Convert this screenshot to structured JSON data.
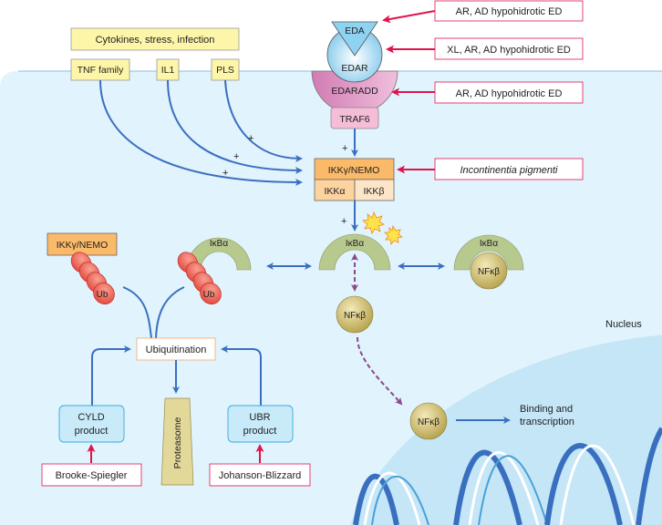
{
  "labels": {
    "cytokines": "Cytokines, stress, infection",
    "tnf": "TNF family",
    "il1": "IL1",
    "pls": "PLS",
    "eda": "EDA",
    "edar": "EDAR",
    "edaradd": "EDARADD",
    "traf6": "TRAF6",
    "ikk_nemo": "IKKγ/NEMO",
    "ikk_alpha": "IKKα",
    "ikk_beta": "IKKβ",
    "ikk_nemo_left": "IKKγ/NEMO",
    "ikba": "IκBα",
    "nfkb": "NFκβ",
    "ub": "Ub",
    "ubiquitination": "Ubiquitination",
    "proteasome": "Proteasome",
    "cyld_line1": "CYLD",
    "cyld_line2": "product",
    "ubr_line1": "UBR",
    "ubr_line2": "product",
    "brooke": "Brooke-Spiegler",
    "johanson": "Johanson-Blizzard",
    "nucleus": "Nucleus",
    "binding_line1": "Binding and",
    "binding_line2": "transcription",
    "plus": "+"
  },
  "diseases": [
    "AR, AD hypohidrotic ED",
    "XL, AR, AD hypohidrotic ED",
    "AR, AD hypohidrotic ED",
    "Incontinentia pigmenti"
  ],
  "colors": {
    "cytoplasm": "#e1f3fc",
    "nucleus": "#c4e6f7",
    "arrow_blue": "#3a6fc0",
    "arrow_red": "#e0144c",
    "arrow_purple": "#8a4a8a",
    "yellow_box": "#fdf6a8",
    "orange_box": "#fbb96a",
    "ikk_sub": "#fde0b8",
    "pink_box": "#f5bdd8",
    "green_arc": "#b8c98e",
    "nfkb_ball": "#d8c978",
    "ub_red": "#ef6b5e"
  }
}
